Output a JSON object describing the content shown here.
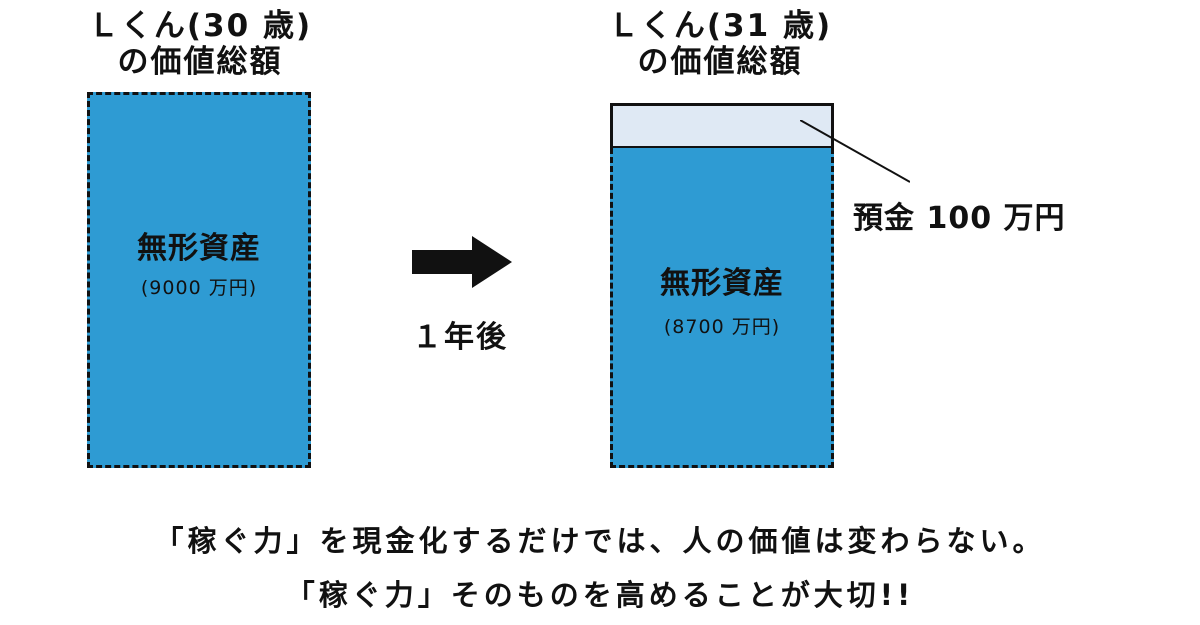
{
  "left": {
    "title_line1": "Ｌくん(30 歳)",
    "title_line2": "の価値総額",
    "asset_label": "無形資産",
    "asset_value": "(9000 万円)"
  },
  "transition": {
    "period_label": "１年後",
    "icon": "right-arrow-icon"
  },
  "right": {
    "title_line1": "Ｌくん(31 歳)",
    "title_line2": "の価値総額",
    "asset_label": "無形資産",
    "asset_value": "(8700 万円)",
    "deposit_label": "預金 100 万円"
  },
  "message": {
    "line1": "「稼ぐ力」を現金化するだけでは、人の価値は変わらない。",
    "line2": "「稼ぐ力」そのものを高めることが大切!!"
  },
  "colors": {
    "asset_fill": "#2e9bd3",
    "deposit_fill": "#dfe9f4",
    "ink": "#111111"
  }
}
